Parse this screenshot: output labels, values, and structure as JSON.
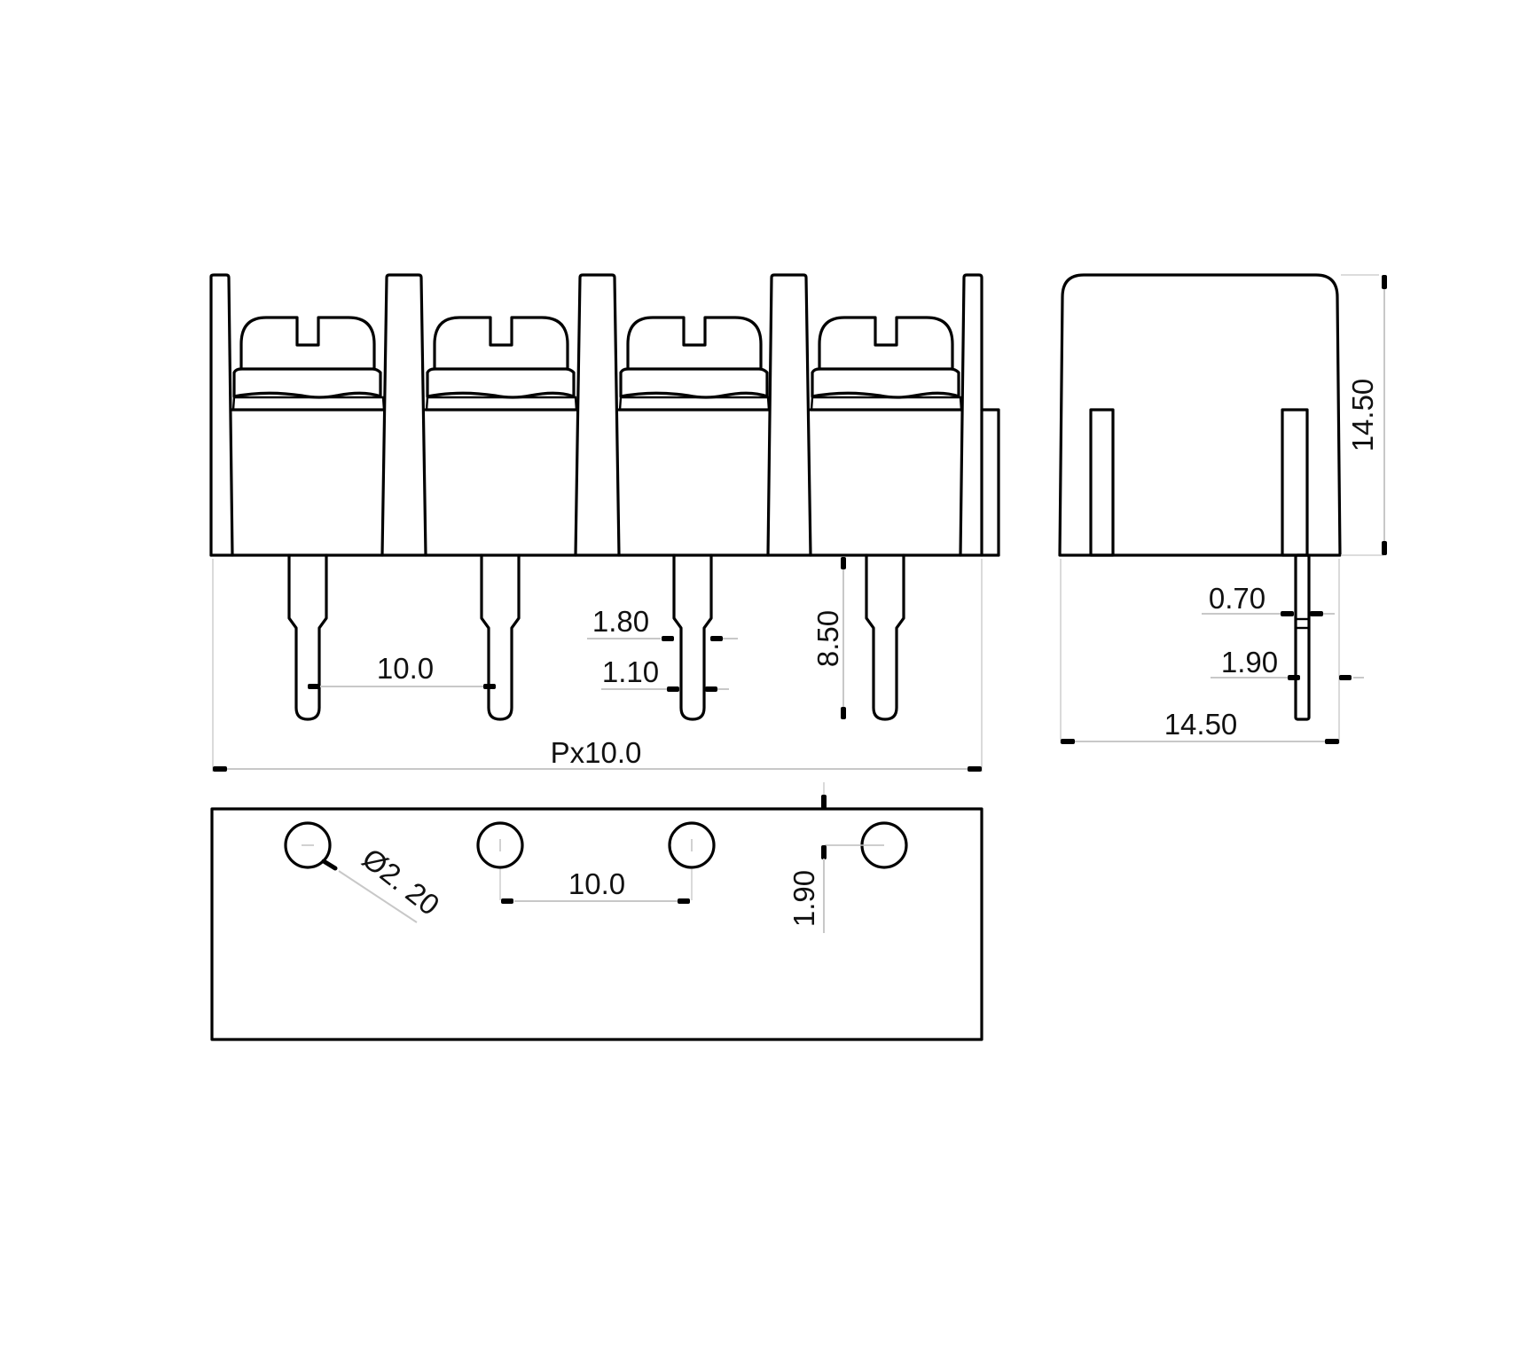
{
  "drawing": {
    "type": "terminal block mechanical drawing",
    "positions": 4,
    "views": [
      "front view",
      "side view",
      "bottom view (PCB hole layout)"
    ]
  },
  "front_view": {
    "dimensions": {
      "pin_pitch": "10.0",
      "pin_shoulder_width": "1.80",
      "pin_tip_width": "1.10",
      "pin_length": "8.50",
      "overall_length": "Px10.0"
    }
  },
  "side_view": {
    "dimensions": {
      "height": "14.50",
      "pin_thickness": "0.70",
      "pin_offset": "1.90",
      "depth": "14.50"
    }
  },
  "bottom_view": {
    "dimensions": {
      "hole_diameter": "Ø2. 20",
      "hole_pitch": "10.0",
      "hole_edge_offset": "1.90"
    },
    "hole_count": 4
  },
  "colors": {
    "outline": "#000000",
    "dimension_line": "#c8c8c8",
    "background": "#ffffff"
  }
}
